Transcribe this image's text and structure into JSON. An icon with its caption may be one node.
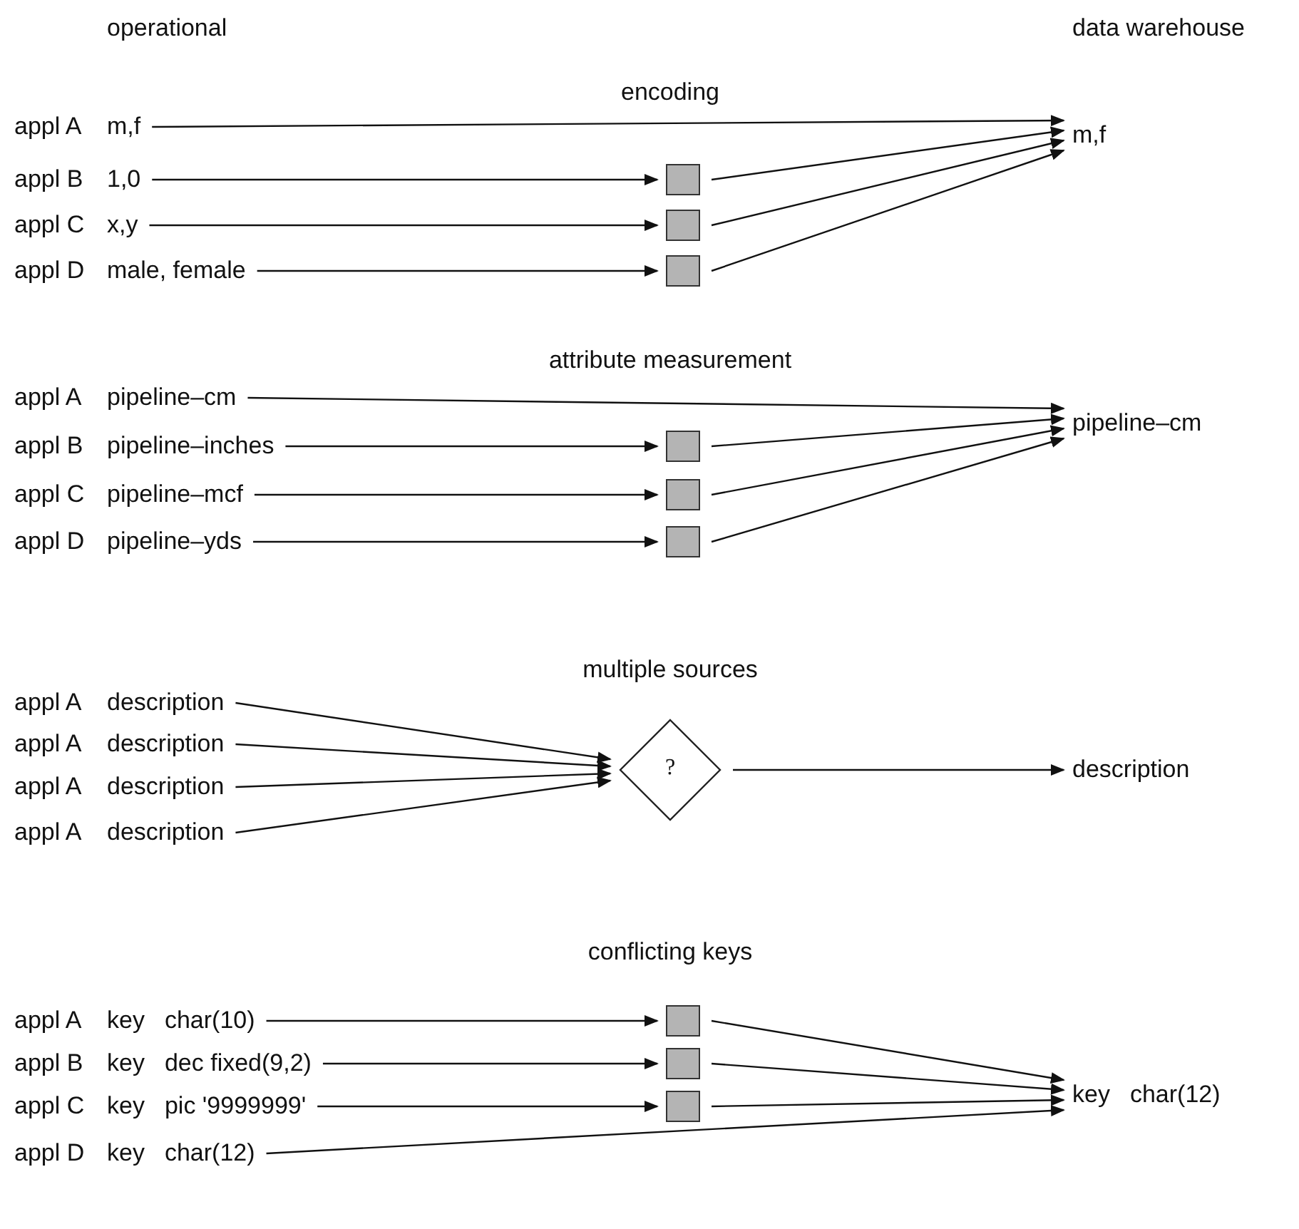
{
  "diagram": {
    "nodes": [
      {
        "text": [
          "m,f"
        ],
        "beside": [
          "appl A"
        ]
      },
      {
        "text": [
          "1,0"
        ],
        "beside": [
          "appl B"
        ]
      },
      {
        "text": [
          "x,y"
        ],
        "beside": [
          "appl C"
        ]
      },
      {
        "text": [
          "male, female"
        ],
        "beside": [
          "appl D"
        ]
      },
      {
        "text": [],
        "shape": "box"
      },
      {
        "text": [],
        "shape": "box"
      },
      {
        "text": [],
        "shape": "box"
      },
      {
        "text": [
          "m,f"
        ]
      },
      {
        "text": [
          "pipeline–cm"
        ],
        "beside": [
          "appl A"
        ]
      },
      {
        "text": [
          "pipeline–inches"
        ],
        "beside": [
          "appl B"
        ]
      },
      {
        "text": [
          "pipeline–mcf"
        ],
        "beside": [
          "appl C"
        ]
      },
      {
        "text": [
          "pipeline–yds"
        ],
        "beside": [
          "appl D"
        ]
      },
      {
        "text": [],
        "shape": "box"
      },
      {
        "text": [],
        "shape": "box"
      },
      {
        "text": [],
        "shape": "box"
      },
      {
        "text": [
          "pipeline–cm"
        ]
      },
      {
        "text": [
          "description"
        ],
        "beside": [
          "appl A"
        ]
      },
      {
        "text": [
          "description"
        ],
        "beside": [
          "appl A"
        ]
      },
      {
        "text": [
          "description"
        ],
        "beside": [
          "appl A"
        ]
      },
      {
        "text": [
          "description"
        ],
        "beside": [
          "appl A"
        ]
      },
      {
        "text": [
          "?"
        ]
      },
      {
        "text": [
          "description"
        ]
      },
      {
        "text": [
          "key",
          "char(10)"
        ],
        "beside": [
          "appl A"
        ]
      },
      {
        "text": [
          "key",
          "dec fixed(9,2)"
        ],
        "beside": [
          "appl B"
        ]
      },
      {
        "text": [
          "key",
          "pic '9999999'"
        ],
        "beside": [
          "appl C"
        ]
      },
      {
        "text": [
          "key",
          "char(12)"
        ],
        "beside": [
          "appl D"
        ]
      },
      {
        "text": [],
        "shape": "box"
      },
      {
        "text": [],
        "shape": "box"
      },
      {
        "text": [],
        "shape": "box"
      },
      {
        "text": [
          "key",
          "char(12)"
        ]
      }
    ],
    "edges": [
      {
        "from": 0,
        "to": 7,
        "arrow": "to"
      },
      {
        "from": 1,
        "to": 4,
        "arrow": "to"
      },
      {
        "from": 2,
        "to": 5,
        "arrow": "to"
      },
      {
        "from": 3,
        "to": 6,
        "arrow": "to"
      },
      {
        "from": 4,
        "to": 7,
        "arrow": "to"
      },
      {
        "from": 5,
        "to": 7,
        "arrow": "to"
      },
      {
        "from": 6,
        "to": 7,
        "arrow": "to"
      },
      {
        "from": 8,
        "to": 15,
        "arrow": "to"
      },
      {
        "from": 9,
        "to": 12,
        "arrow": "to"
      },
      {
        "from": 10,
        "to": 13,
        "arrow": "to"
      },
      {
        "from": 11,
        "to": 14,
        "arrow": "to"
      },
      {
        "from": 12,
        "to": 15,
        "arrow": "to"
      },
      {
        "from": 13,
        "to": 15,
        "arrow": "to"
      },
      {
        "from": 14,
        "to": 15,
        "arrow": "to"
      },
      {
        "from": 16,
        "to": 20,
        "arrow": "to"
      },
      {
        "from": 17,
        "to": 20,
        "arrow": "to"
      },
      {
        "from": 18,
        "to": 20,
        "arrow": "to"
      },
      {
        "from": 19,
        "to": 20,
        "arrow": "to"
      },
      {
        "from": 20,
        "to": 21,
        "arrow": "to"
      },
      {
        "from": 22,
        "to": 26,
        "arrow": "to"
      },
      {
        "from": 23,
        "to": 27,
        "arrow": "to"
      },
      {
        "from": 24,
        "to": 28,
        "arrow": "to"
      },
      {
        "from": 26,
        "to": 29,
        "arrow": "to"
      },
      {
        "from": 27,
        "to": 29,
        "arrow": "to"
      },
      {
        "from": 28,
        "to": 29,
        "arrow": "to"
      },
      {
        "from": 25,
        "to": 29,
        "arrow": "to"
      }
    ],
    "labels": [
      "operational",
      "data warehouse",
      "encoding",
      "attribute measurement",
      "multiple sources",
      "conflicting keys"
    ]
  }
}
